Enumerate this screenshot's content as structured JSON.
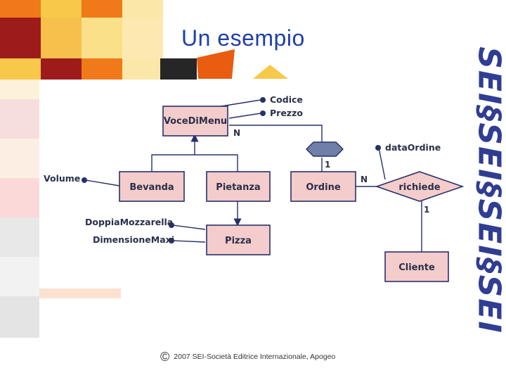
{
  "slide": {
    "title": "Un esempio",
    "footer_symbol": "©",
    "footer_text": "2007 SEI-Società Editrice Internazionale, Apogeo",
    "brand": "SEI§SEI§SEI§SEI"
  },
  "diagram": {
    "entities": {
      "voce_di_menu": "VoceDiMenu",
      "bevanda": "Bevanda",
      "pietanza": "Pietanza",
      "ordine": "Ordine",
      "pizza": "Pizza",
      "cliente": "Cliente"
    },
    "relationship": "richiede",
    "attributes": {
      "codice": "Codice",
      "prezzo": "Prezzo",
      "data_ordine": "dataOrdine",
      "volume": "Volume",
      "doppia_mozzarella": "DoppiaMozzarella",
      "dimensione_maxi": "DimensioneMaxi"
    },
    "cardinalities": {
      "voce_ordine_n": "N",
      "voce_ordine_1": "1",
      "ordine_richiede_n": "N",
      "richiede_cliente_1": "1"
    }
  },
  "colors": {
    "entity_fill": "#f4cccc",
    "entity_border": "#27306a",
    "hexagon_fill": "#6f7fa6",
    "title_blue": "#1f3fa8",
    "brand_blue": "#2f3d93",
    "mosaic_orange": "#f07a1a",
    "mosaic_red": "#9e1b1b",
    "mosaic_yellow": "#f7c84a"
  }
}
